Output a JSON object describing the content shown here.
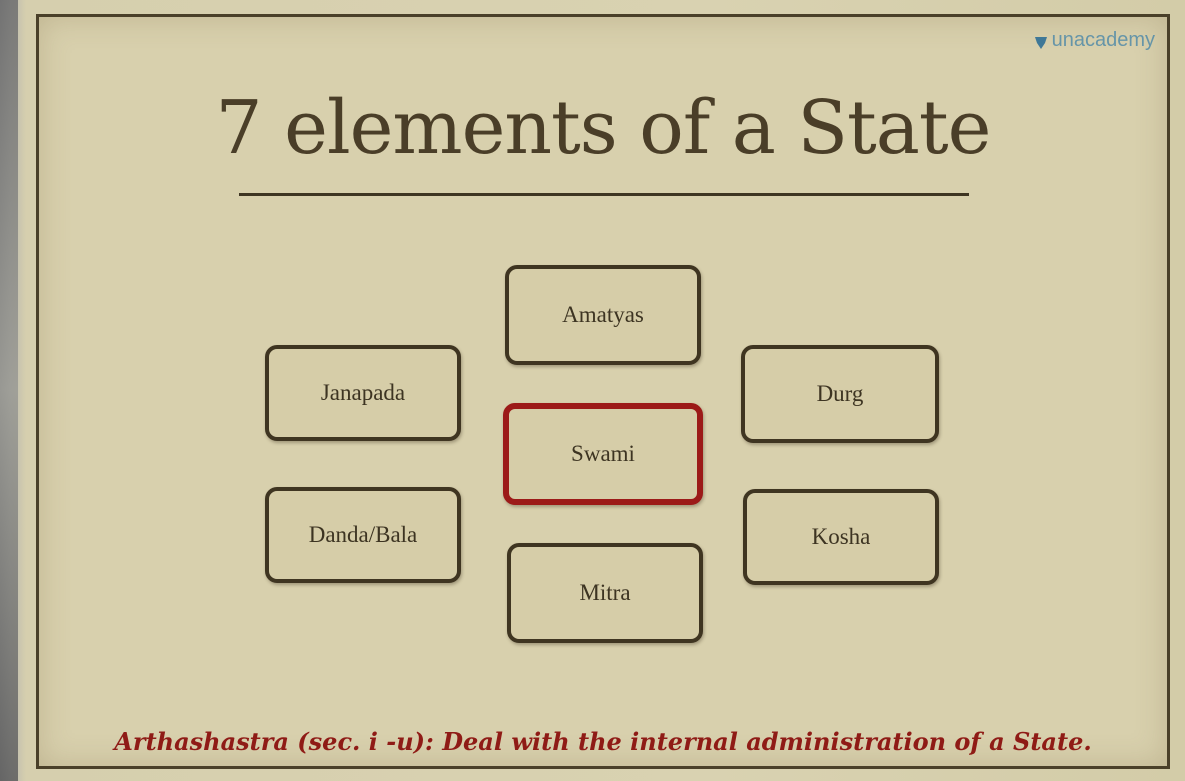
{
  "logo": {
    "text": "unacademy",
    "icon": "graduation-cap-icon",
    "color": "#5a8fa8"
  },
  "slide": {
    "title": "7 elements of a State",
    "elements": {
      "amatyas": "Amatyas",
      "janapada": "Janapada",
      "swami": "Swami",
      "durg": "Durg",
      "danda_bala": "Danda/Bala",
      "kosha": "Kosha",
      "mitra": "Mitra"
    },
    "caption": "Arthashastra (sec. i -u): Deal with the internal administration of a State."
  },
  "colors": {
    "title": "#4a3e28",
    "box_border": "#3f3521",
    "highlight_border": "#9c1a18",
    "caption": "#8f1b16",
    "background": "#d8d0ad"
  }
}
